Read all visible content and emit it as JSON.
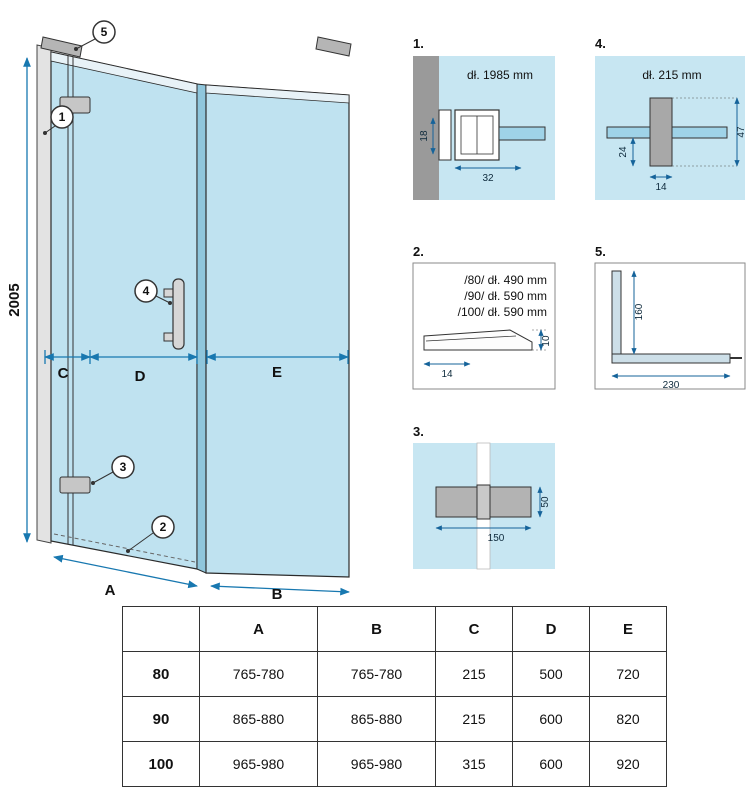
{
  "main": {
    "height_dim": "2005",
    "dim_c": "C",
    "dim_d": "D",
    "dim_e": "E",
    "dim_a": "A",
    "dim_b": "B",
    "callouts": {
      "c1": "1",
      "c2": "2",
      "c3": "3",
      "c4": "4",
      "c5": "5"
    }
  },
  "details": {
    "d1": {
      "label": "1.",
      "length": "dł. 1985 mm",
      "dim_v": "18",
      "dim_h": "32"
    },
    "d2": {
      "label": "2.",
      "line1": "/80/ dł. 490 mm",
      "line2": "/90/ dł. 590 mm",
      "line3": "/100/ dł. 590 mm",
      "dim_h": "14",
      "dim_v": "10"
    },
    "d3": {
      "label": "3.",
      "dim_h": "150",
      "dim_v": "50"
    },
    "d4": {
      "label": "4.",
      "length": "dł. 215 mm",
      "dim_v_left": "24",
      "dim_v_right": "47",
      "dim_h": "14"
    },
    "d5": {
      "label": "5.",
      "dim_v": "160",
      "dim_h": "230"
    }
  },
  "table": {
    "headers": [
      "A",
      "B",
      "C",
      "D",
      "E"
    ],
    "rows": [
      {
        "size": "80",
        "a": "765-780",
        "b": "765-780",
        "c": "215",
        "d": "500",
        "e": "720"
      },
      {
        "size": "90",
        "a": "865-880",
        "b": "865-880",
        "c": "215",
        "d": "600",
        "e": "820"
      },
      {
        "size": "100",
        "a": "965-980",
        "b": "965-980",
        "c": "315",
        "d": "600",
        "e": "920"
      }
    ]
  },
  "colors": {
    "glass": "#bfe2f0",
    "glass_dark": "#9fd3e8",
    "dim_blue": "#1878b0",
    "wall_gray": "#9a9a9a",
    "hardware_gray": "#b5b5b5"
  }
}
